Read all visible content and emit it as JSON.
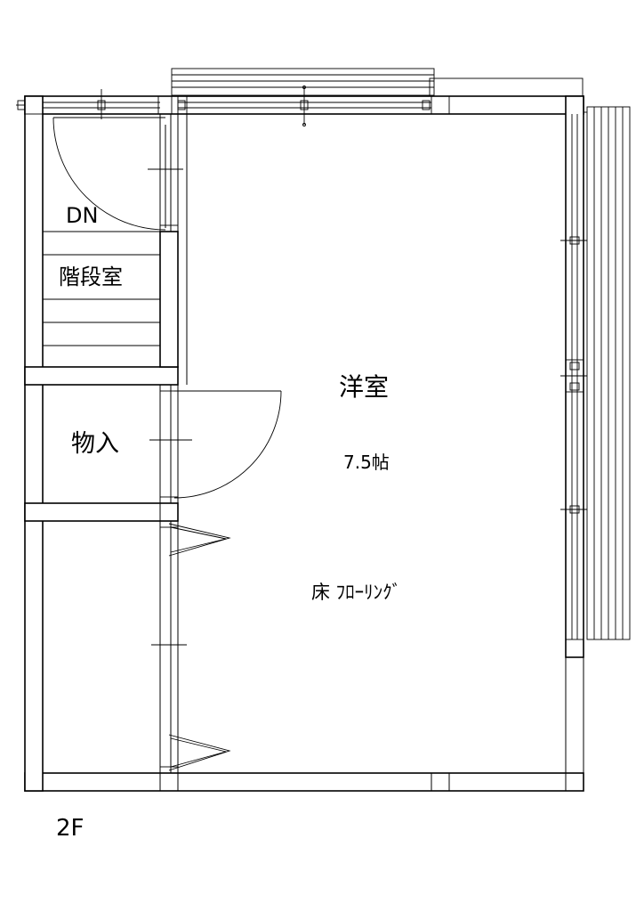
{
  "floor_label": "2F",
  "rooms": {
    "stair_dn": "DN",
    "stair_room": "階段室",
    "storage": "物入",
    "western_room": "洋室",
    "western_room_size": "7.5帖",
    "floor_finish": "床 ﾌﾛｰﾘﾝｸﾞ"
  }
}
